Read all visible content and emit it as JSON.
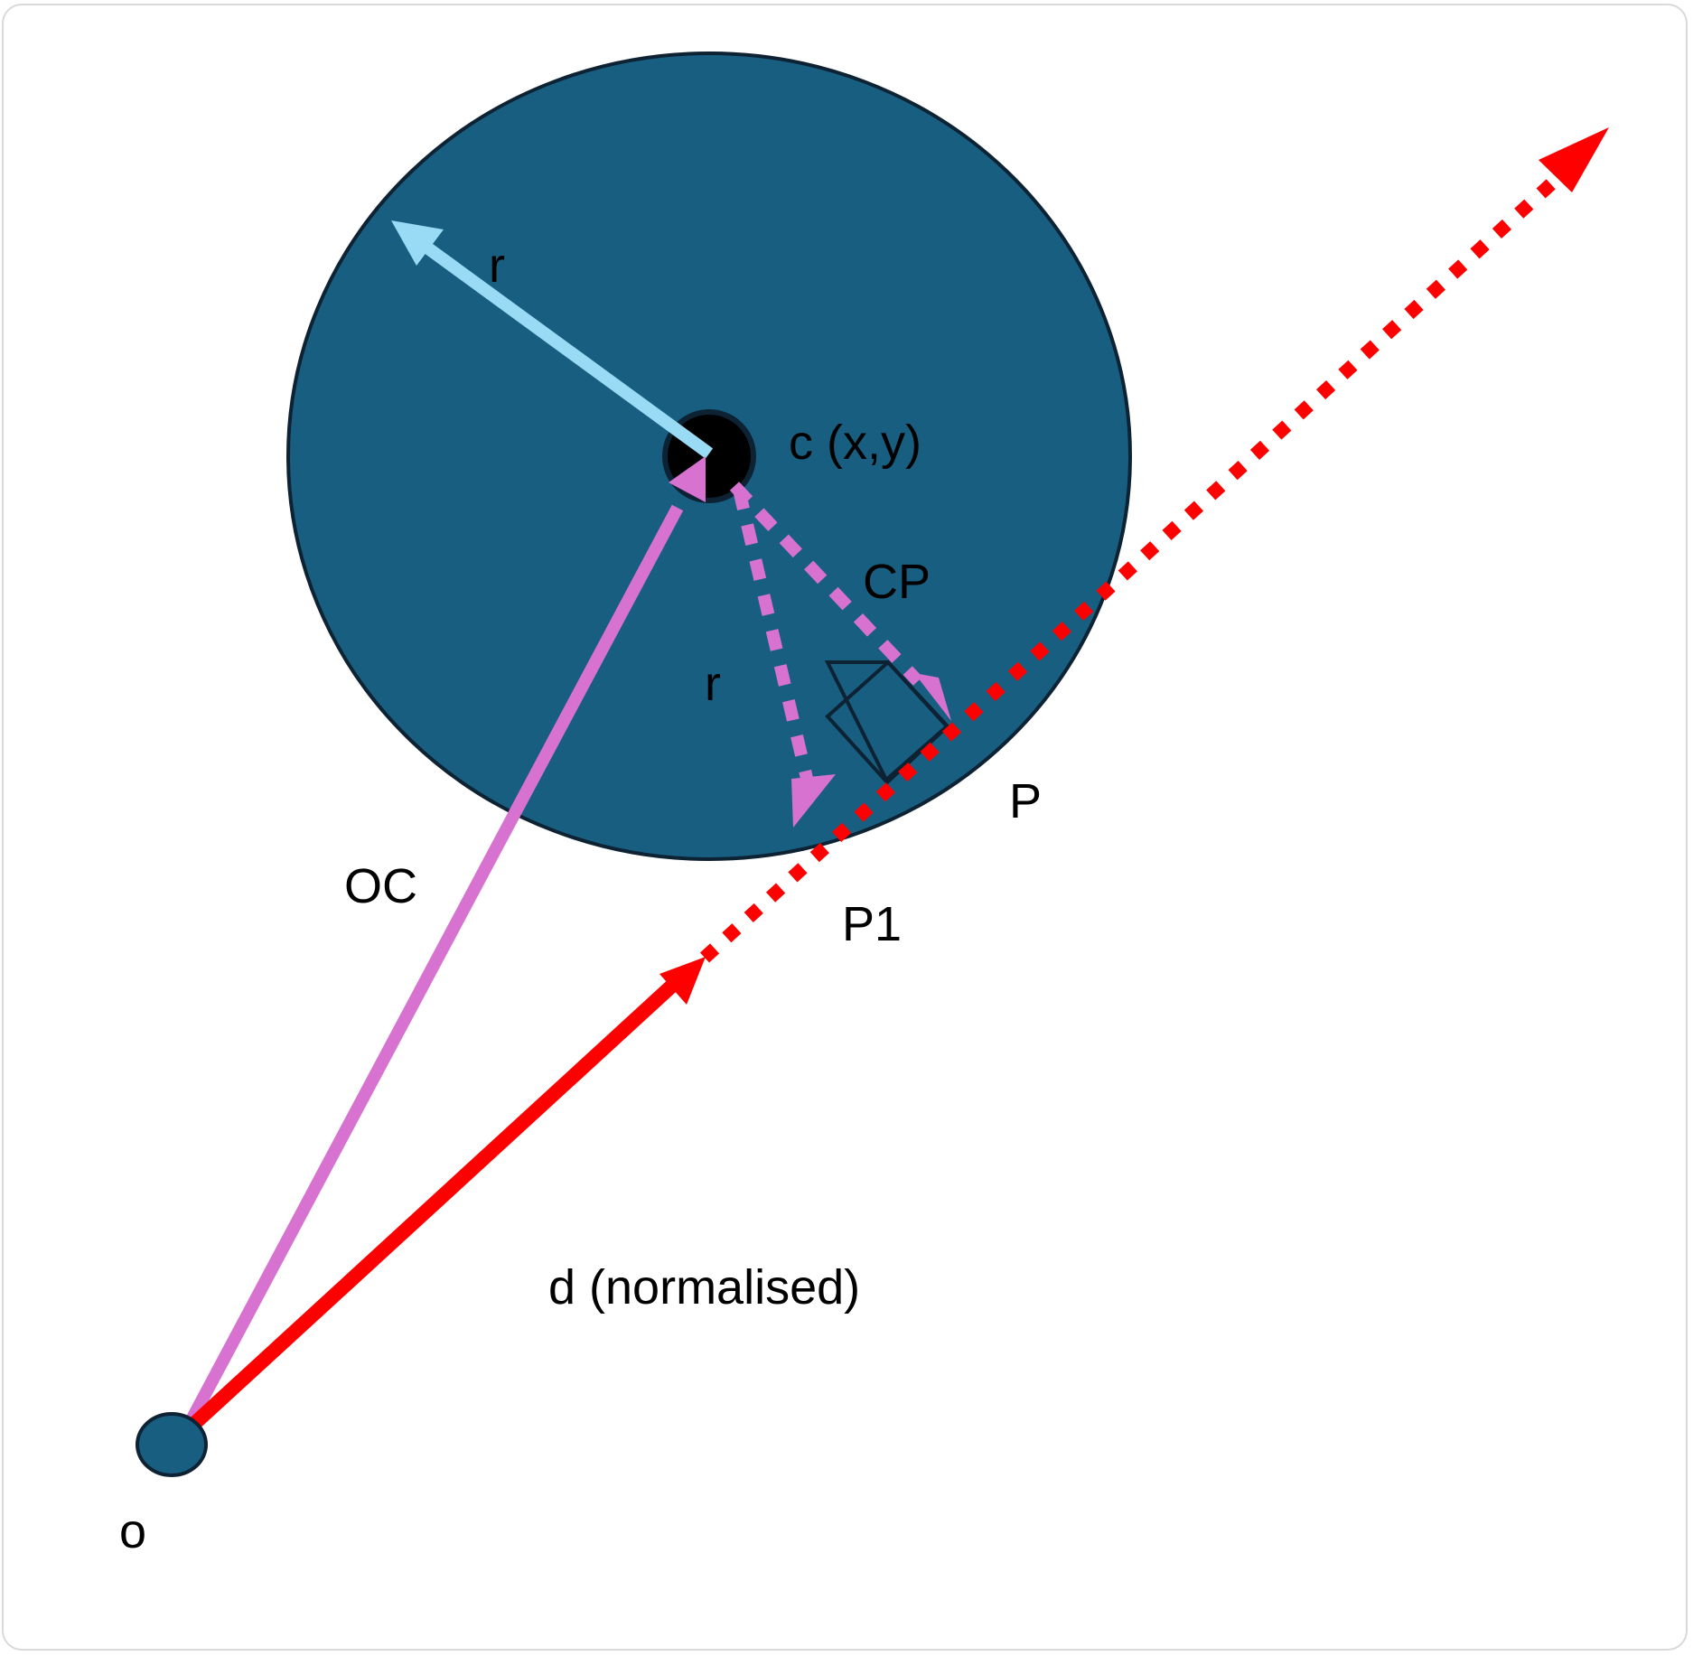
{
  "colors": {
    "sphere_fill": "#185e80",
    "sphere_stroke": "#0d2233",
    "center_point": "#000000",
    "radius_arrow": "#99daf5",
    "oc_vector": "#d872d0",
    "ray": "#ff0000",
    "right_angle_marker": "#0d2233"
  },
  "labels": {
    "radius_top": "r",
    "center": "c (x,y)",
    "cp": "CP",
    "radius_inner": "r",
    "p": "P",
    "oc": "OC",
    "p1": "P1",
    "direction": "d (normalised)",
    "origin": "o"
  }
}
